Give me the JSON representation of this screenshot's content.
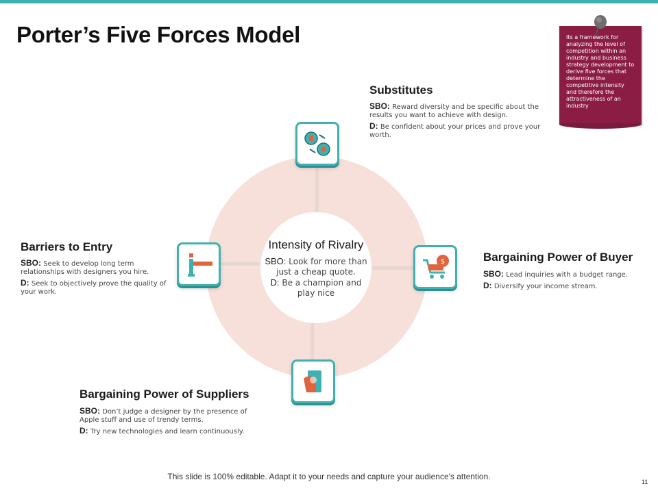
{
  "slide": {
    "title": "Porter’s Five Forces Model",
    "page_number": "11",
    "footer": "This slide is 100% editable. Adapt it to your needs and capture your audience's attention."
  },
  "note": {
    "text": "Its a framework for analyzing the level of competition within an industry and business strategy development to derive five forces that determine the competitive intensity and therefore the attractiveness of an industry"
  },
  "center": {
    "title": "Intensity of Rivalry",
    "sbo_label": "SBO:",
    "sbo_text": "Look for more than just a cheap quote.",
    "d_label": "D:",
    "d_text": "Be a champion and play nice"
  },
  "forces": {
    "substitutes": {
      "title": "Substitutes",
      "sbo_label": "SBO:",
      "sbo_text": "Reward diversity and be specific about the results you want to achieve with design.",
      "d_label": "D:",
      "d_text": "Be confident about your prices and prove your worth."
    },
    "buyer": {
      "title": "Bargaining Power of Buyer",
      "sbo_label": "SBO:",
      "sbo_text": "Lead inquiries with a budget range.",
      "d_label": "D:",
      "d_text": "Diversify your income stream."
    },
    "suppliers": {
      "title": "Bargaining Power of Suppliers",
      "sbo_label": "SBO:",
      "sbo_text": "Don’t judge a designer by the presence of Apple stuff and use of trendy terms.",
      "d_label": "D:",
      "d_text": "Try new technologies and learn continuously."
    },
    "barriers": {
      "title": "Barriers to Entry",
      "sbo_label": "SBO:",
      "sbo_text": "Seek to develop long term relationships with designers you hire.",
      "d_label": "D:",
      "d_text": "Seek to objectively prove the quality of your work."
    }
  },
  "icons": {
    "substitutes": "swap-circles-icon",
    "buyer": "shopping-cart-icon",
    "suppliers": "money-hand-icon",
    "barriers": "barrier-gate-icon",
    "note_pin": "push-pin-icon"
  },
  "colors": {
    "accent_teal": "#3fb1b1",
    "accent_orange": "#e0653f",
    "note_maroon": "#8b1d45",
    "ring_pink": "#f6dcd6"
  }
}
